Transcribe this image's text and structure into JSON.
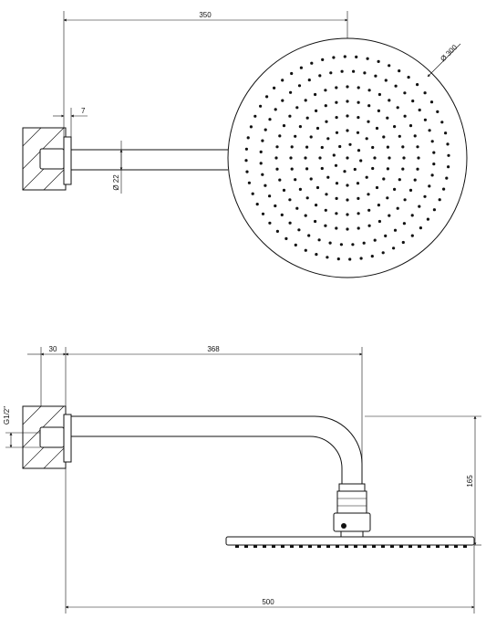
{
  "top_view": {
    "dim_arm_length": "350",
    "dim_wall_offset": "7",
    "dim_arm_diameter": "Ø 22",
    "dim_head_diameter": "Ø 300"
  },
  "side_view": {
    "dim_wall_depth": "30",
    "dim_arm_reach": "368",
    "dim_thread": "G1/2\"",
    "dim_drop": "165",
    "dim_total_length": "500"
  },
  "colors": {
    "ink": "#111111",
    "background": "#ffffff"
  }
}
